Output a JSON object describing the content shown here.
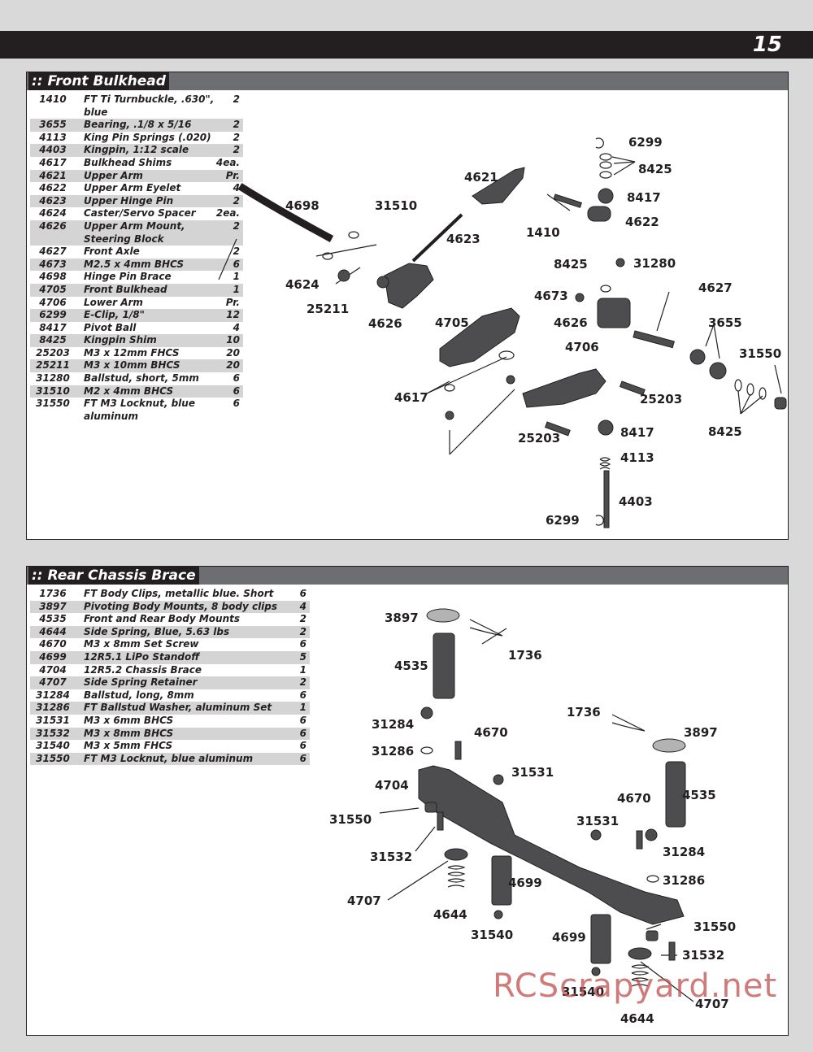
{
  "page_number": "15",
  "watermark": "RCScrapyard.net",
  "front_bulkhead": {
    "title": ":: Front Bulkhead",
    "parts": [
      {
        "num": "1410",
        "desc": "FT Ti Turnbuckle, .630\", blue",
        "qty": "2"
      },
      {
        "num": "3655",
        "desc": "Bearing, .1/8 x 5/16",
        "qty": "2"
      },
      {
        "num": "4113",
        "desc": "King Pin Springs (.020)",
        "qty": "2"
      },
      {
        "num": "4403",
        "desc": "Kingpin, 1:12 scale",
        "qty": "2"
      },
      {
        "num": "4617",
        "desc": "Bulkhead Shims",
        "qty": "4ea."
      },
      {
        "num": "4621",
        "desc": "Upper Arm",
        "qty": "Pr."
      },
      {
        "num": "4622",
        "desc": "Upper Arm Eyelet",
        "qty": "4"
      },
      {
        "num": "4623",
        "desc": "Upper Hinge Pin",
        "qty": "2"
      },
      {
        "num": "4624",
        "desc": "Caster/Servo Spacer",
        "qty": "2ea."
      },
      {
        "num": "4626",
        "desc": "Upper Arm Mount, Steering Block",
        "qty": "2"
      },
      {
        "num": "4627",
        "desc": "Front Axle",
        "qty": "2"
      },
      {
        "num": "4673",
        "desc": "M2.5 x 4mm BHCS",
        "qty": "6"
      },
      {
        "num": "4698",
        "desc": "Hinge Pin Brace",
        "qty": "1"
      },
      {
        "num": "4705",
        "desc": "Front Bulkhead",
        "qty": "1"
      },
      {
        "num": "4706",
        "desc": "Lower Arm",
        "qty": "Pr."
      },
      {
        "num": "6299",
        "desc": "E-Clip, 1/8\"",
        "qty": "12"
      },
      {
        "num": "8417",
        "desc": "Pivot Ball",
        "qty": "4"
      },
      {
        "num": "8425",
        "desc": "Kingpin Shim",
        "qty": "10"
      },
      {
        "num": "25203",
        "desc": "M3 x 12mm FHCS",
        "qty": "20"
      },
      {
        "num": "25211",
        "desc": "M3 x 10mm BHCS",
        "qty": "20"
      },
      {
        "num": "31280",
        "desc": "Ballstud, short, 5mm",
        "qty": "6"
      },
      {
        "num": "31510",
        "desc": "M2 x 4mm BHCS",
        "qty": "6"
      },
      {
        "num": "31550",
        "desc": "FT M3 Locknut, blue aluminum",
        "qty": "6"
      }
    ],
    "callouts": [
      "6299",
      "8425",
      "4621",
      "8417",
      "4622",
      "4698",
      "31510",
      "1410",
      "4623",
      "8425",
      "31280",
      "4624",
      "4673",
      "4627",
      "25211",
      "4626",
      "4626",
      "4705",
      "3655",
      "4706",
      "31550",
      "4617",
      "25203",
      "8417",
      "25203",
      "8425",
      "4113",
      "4403",
      "6299"
    ]
  },
  "rear_chassis_brace": {
    "title": ":: Rear Chassis Brace",
    "parts": [
      {
        "num": "1736",
        "desc": "FT Body Clips, metallic blue. Short",
        "qty": "6"
      },
      {
        "num": "3897",
        "desc": "Pivoting Body Mounts, 8 body clips",
        "qty": "4"
      },
      {
        "num": "4535",
        "desc": "Front and Rear Body Mounts",
        "qty": "2"
      },
      {
        "num": "4644",
        "desc": "Side Spring, Blue, 5.63 lbs",
        "qty": "2"
      },
      {
        "num": "4670",
        "desc": "M3 x 8mm Set Screw",
        "qty": "6"
      },
      {
        "num": "4699",
        "desc": "12R5.1 LiPo Standoff",
        "qty": "5"
      },
      {
        "num": "4704",
        "desc": "12R5.2 Chassis Brace",
        "qty": "1"
      },
      {
        "num": "4707",
        "desc": "Side Spring Retainer",
        "qty": "2"
      },
      {
        "num": "31284",
        "desc": "Ballstud, long, 8mm",
        "qty": "6"
      },
      {
        "num": "31286",
        "desc": "FT Ballstud Washer, aluminum Set",
        "qty": "1"
      },
      {
        "num": "31531",
        "desc": "M3 x 6mm BHCS",
        "qty": "6"
      },
      {
        "num": "31532",
        "desc": "M3 x 8mm BHCS",
        "qty": "6"
      },
      {
        "num": "31540",
        "desc": "M3 x 5mm FHCS",
        "qty": "6"
      },
      {
        "num": "31550",
        "desc": "FT M3 Locknut, blue aluminum",
        "qty": "6"
      }
    ],
    "callouts": [
      "3897",
      "1736",
      "4535",
      "1736",
      "3897",
      "31284",
      "4670",
      "31286",
      "31531",
      "4704",
      "4670",
      "4535",
      "31550",
      "31531",
      "31532",
      "31284",
      "4699",
      "31286",
      "4707",
      "4644",
      "31550",
      "31540",
      "4699",
      "31532",
      "31540",
      "4707",
      "4644"
    ]
  }
}
